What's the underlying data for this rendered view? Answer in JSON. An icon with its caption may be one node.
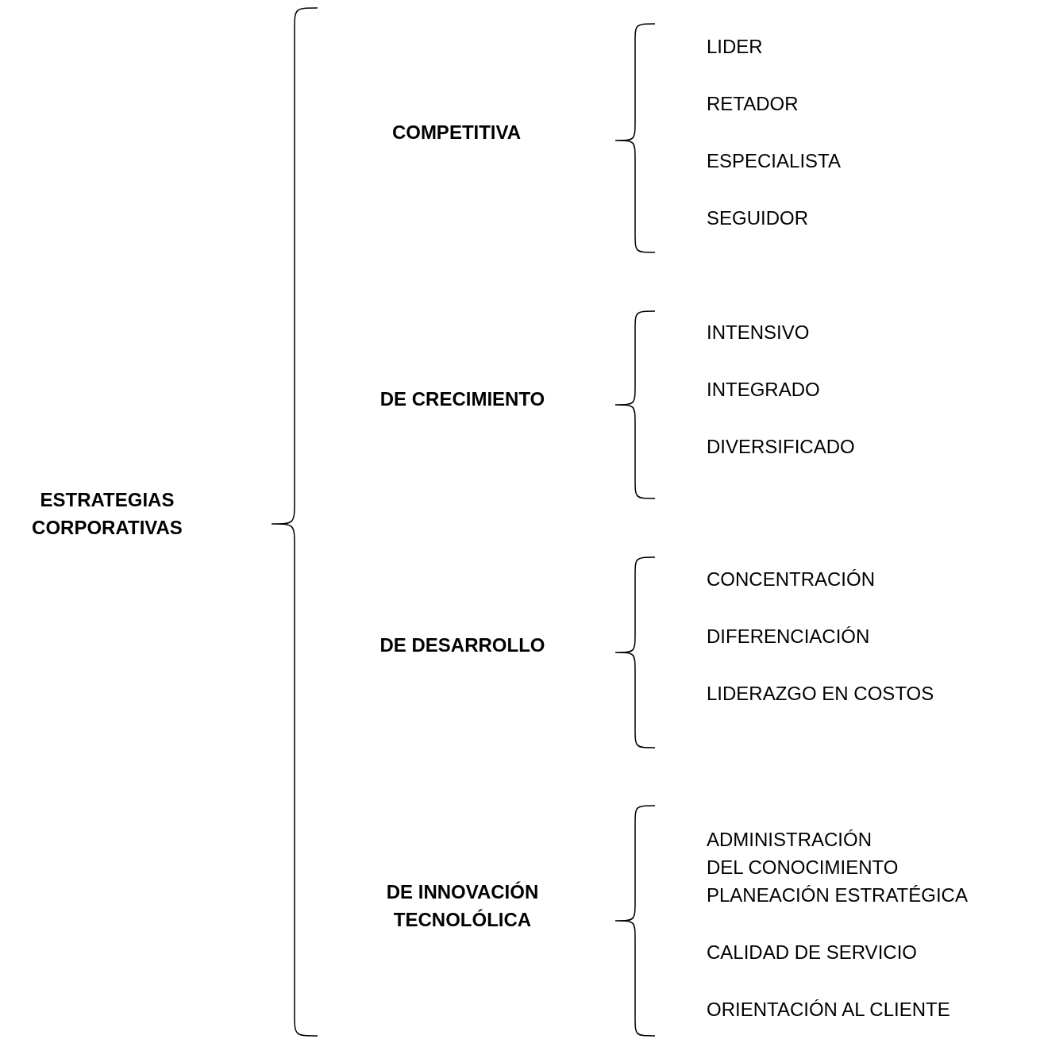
{
  "diagram": {
    "labels": [
      "ESTRATEGIAS CORPORATIVAS",
      "COMPETITIVA",
      "LIDER",
      "RETADOR",
      "ESPECIALISTA",
      "SEGUIDOR",
      "DE CRECIMIENTO",
      "INTENSIVO",
      "INTEGRADO",
      "DIVERSIFICADO",
      "DE DESARROLLO",
      "CONCENTRACIÓN",
      "DIFERENCIACIÓN",
      "LIDERAZGO EN COSTOS",
      "DE INNOVACIÓN TECNOLÓLICA",
      "ADMINISTRACIÓN DEL CONOCIMIENTO",
      "PLANEACIÓN ESTRATÉGICA",
      "CALIDAD DE SERVICIO",
      "ORIENTACIÓN AL CLIENTE"
    ]
  }
}
